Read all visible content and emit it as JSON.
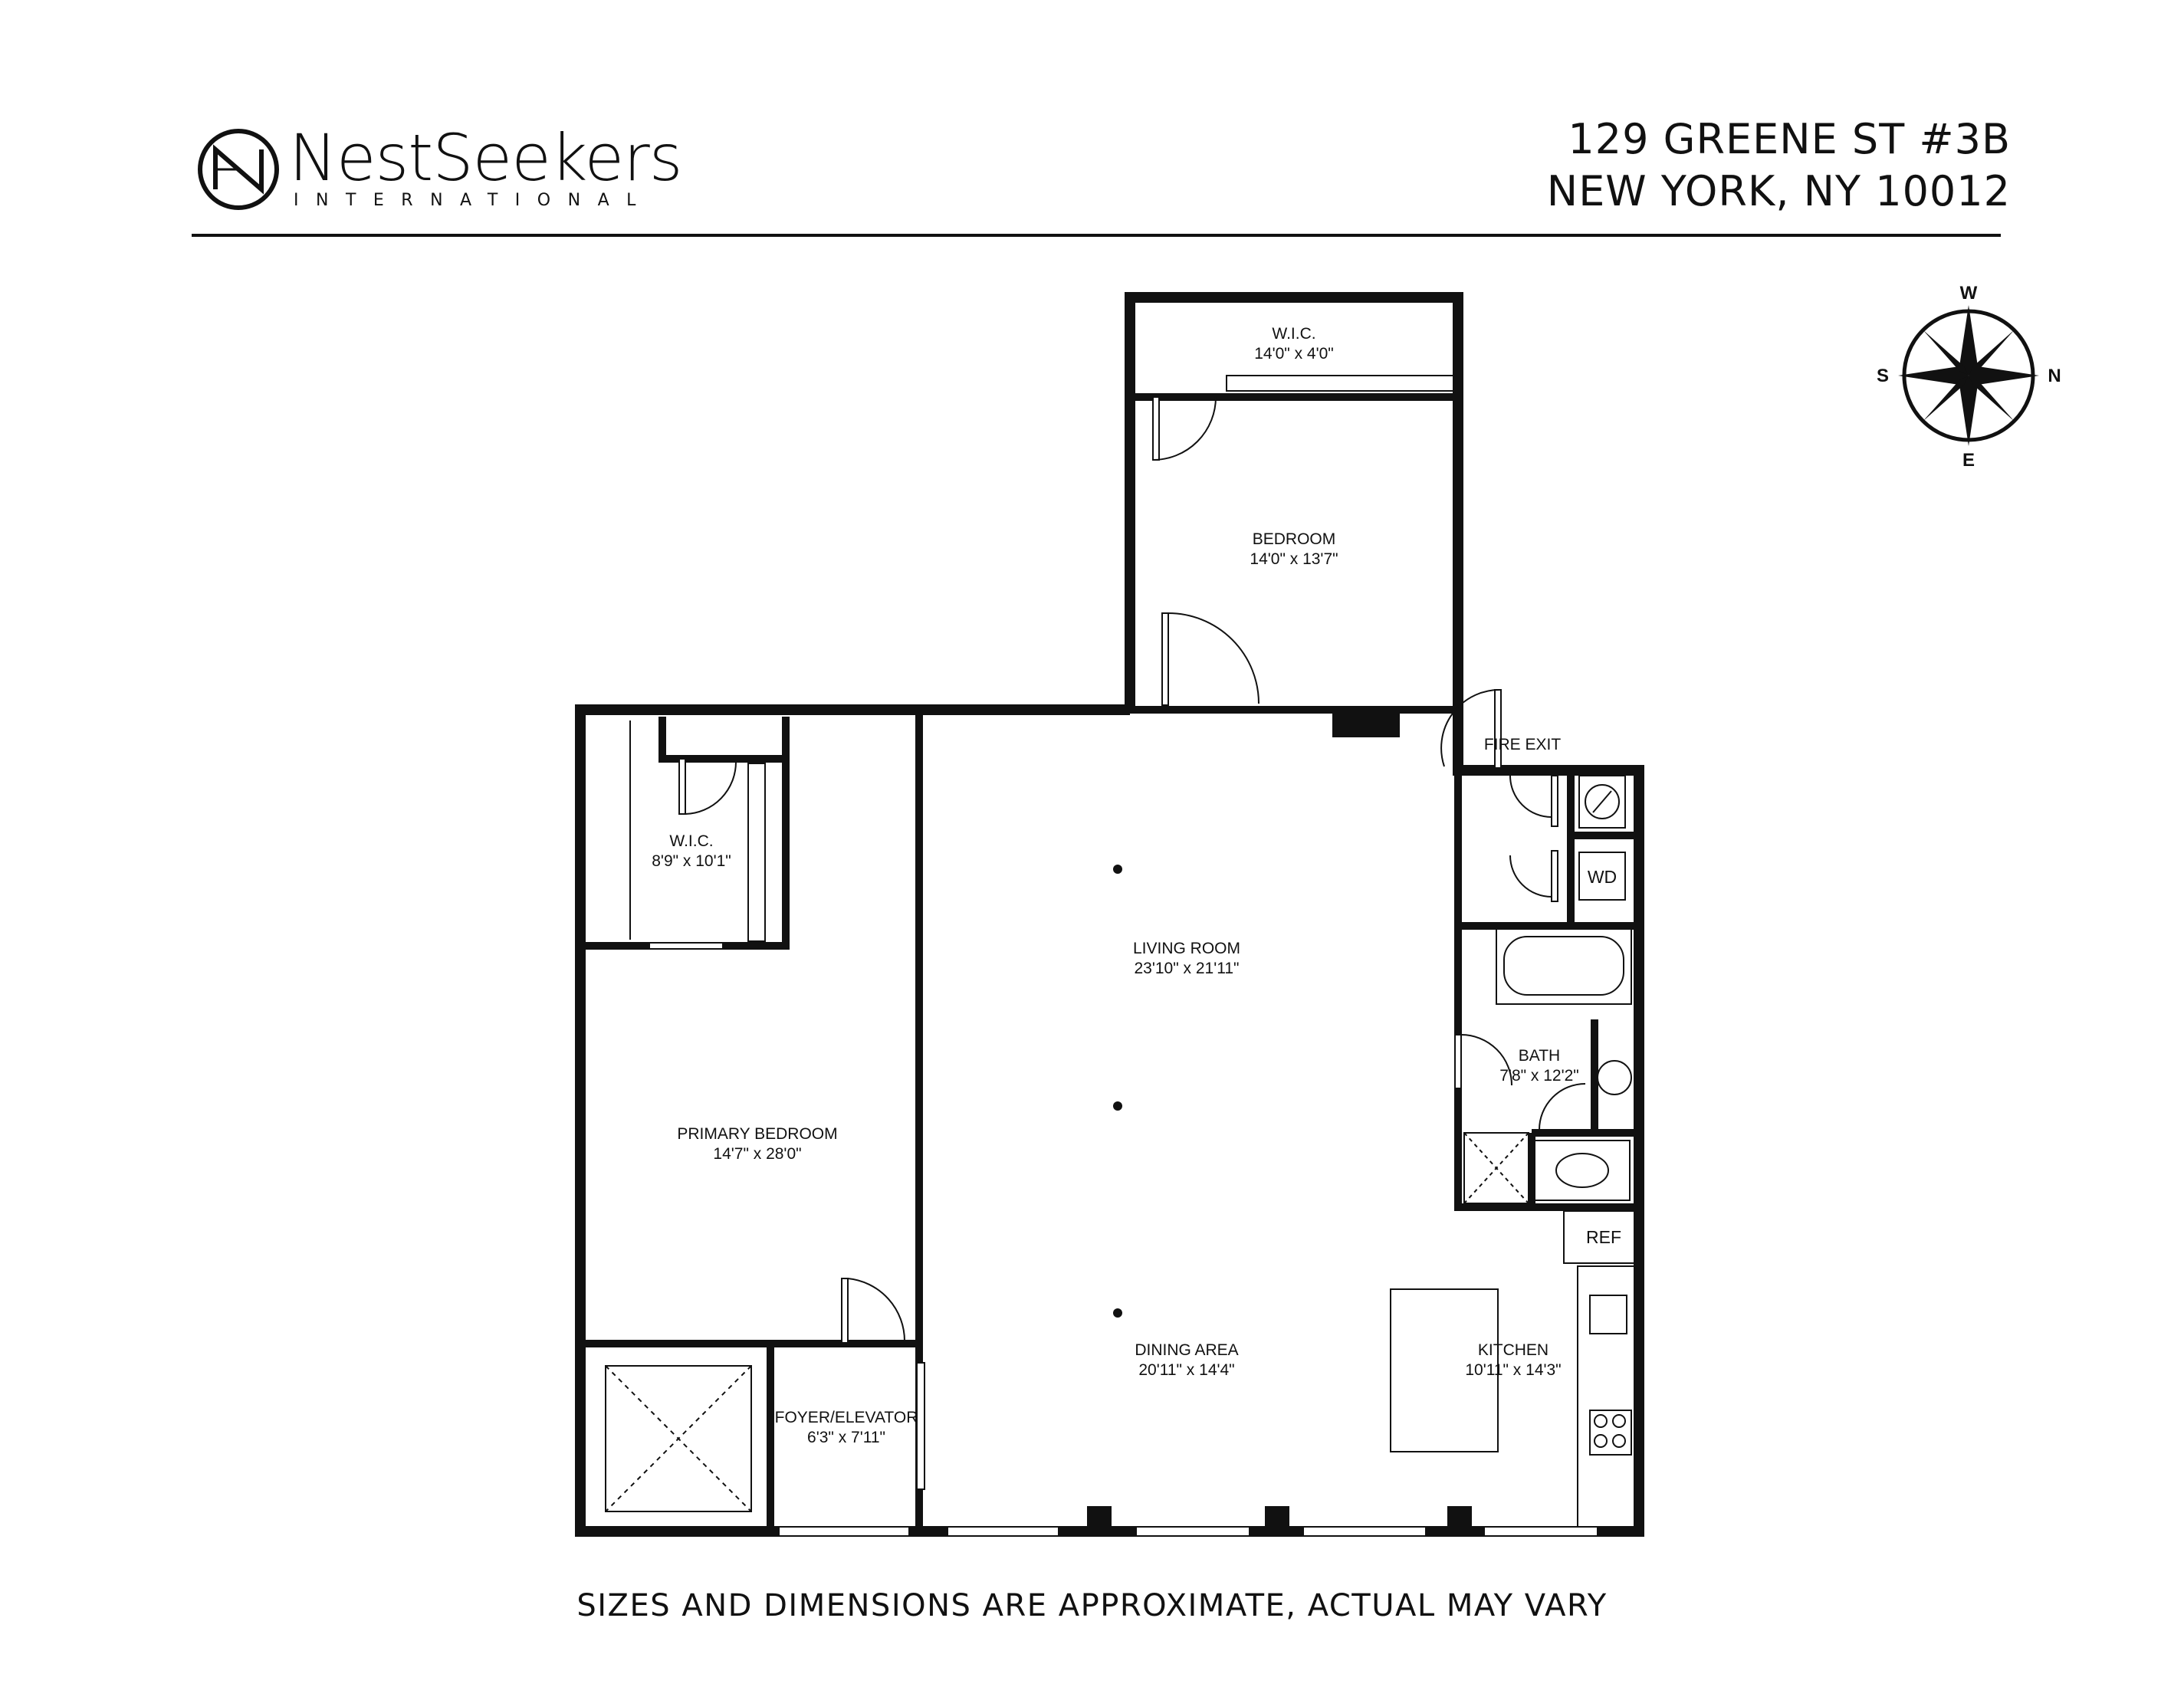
{
  "header": {
    "logo": {
      "brand": "NestSeekers",
      "subtitle": "INTERNATIONAL",
      "icon": "nest-seekers-n-logo-icon"
    },
    "address": {
      "line1": "129 GREENE ST #3B",
      "line2": "NEW YORK, NY 10012"
    }
  },
  "compass": {
    "icon": "compass-rose-icon",
    "top": "W",
    "right": "N",
    "bottom": "E",
    "left": "S"
  },
  "rooms": [
    {
      "id": "bedroom-wic",
      "name": "W.I.C.",
      "dims": "14'0\" x 4'0\""
    },
    {
      "id": "bedroom",
      "name": "BEDROOM",
      "dims": "14'0\" x 13'7\""
    },
    {
      "id": "primary-wic",
      "name": "W.I.C.",
      "dims": "8'9\" x 10'1\""
    },
    {
      "id": "primary-bedroom",
      "name": "PRIMARY BEDROOM",
      "dims": "14'7\" x 28'0\""
    },
    {
      "id": "living-room",
      "name": "LIVING ROOM",
      "dims": "23'10\" x 21'11\""
    },
    {
      "id": "bath",
      "name": "BATH",
      "dims": "7'8\" x 12'2\""
    },
    {
      "id": "dining-area",
      "name": "DINING AREA",
      "dims": "20'11\" x 14'4\""
    },
    {
      "id": "kitchen",
      "name": "KITCHEN",
      "dims": "10'11\" x 14'3\""
    },
    {
      "id": "foyer-elevator",
      "name": "FOYER/ELEVATOR",
      "dims": "6'3\" x 7'11\""
    }
  ],
  "labels": {
    "fire_exit": "FIRE EXIT",
    "washer_dryer": "WD",
    "refrigerator": "REF"
  },
  "footer": {
    "disclaimer": "SIZES AND DIMENSIONS ARE APPROXIMATE, ACTUAL MAY VARY"
  }
}
